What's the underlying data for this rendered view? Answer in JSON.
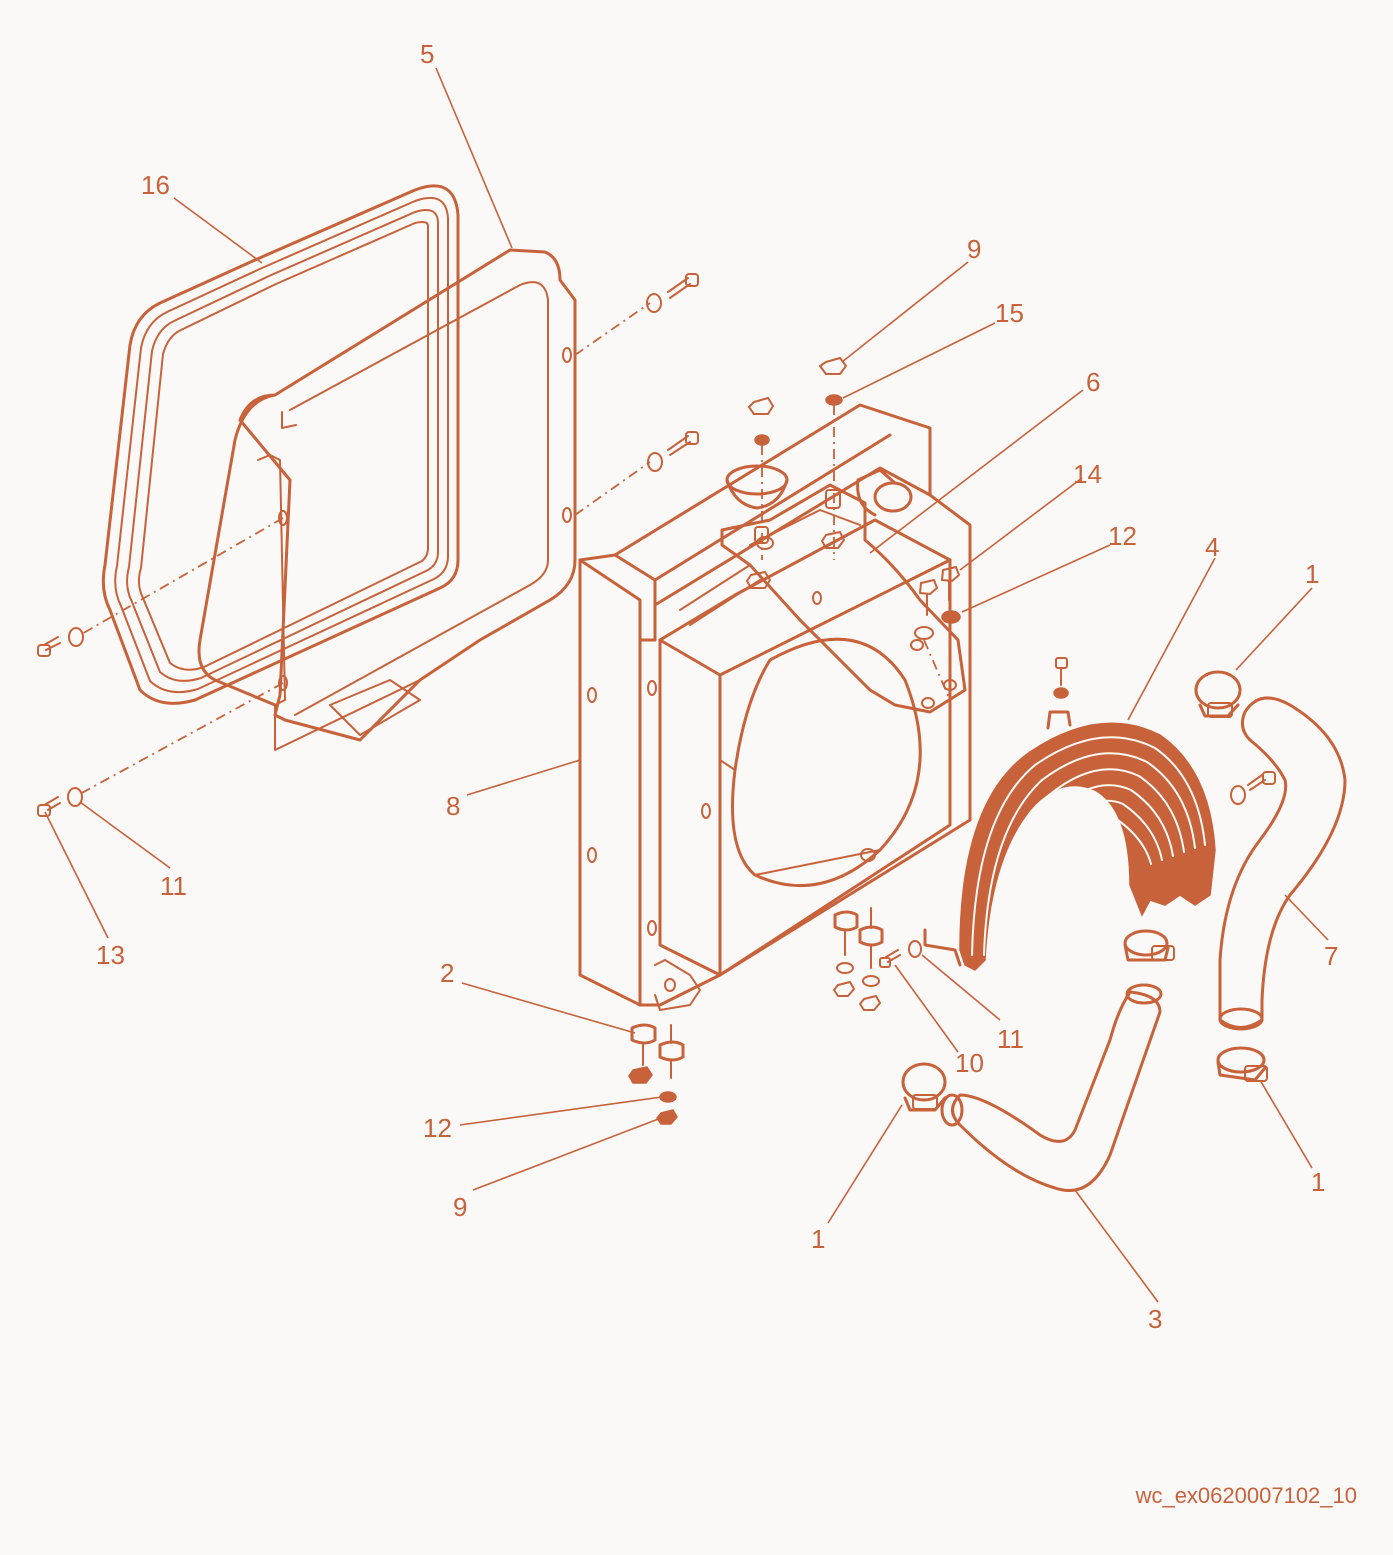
{
  "diagram": {
    "drawing_id": "wc_ex0620007102_10",
    "colors": {
      "line": "#c8623a",
      "background": "#faf9f7"
    },
    "callouts": [
      {
        "id": "c1a",
        "label": "1"
      },
      {
        "id": "c1b",
        "label": "1"
      },
      {
        "id": "c1c",
        "label": "1"
      },
      {
        "id": "c2",
        "label": "2"
      },
      {
        "id": "c3",
        "label": "3"
      },
      {
        "id": "c4",
        "label": "4"
      },
      {
        "id": "c5",
        "label": "5"
      },
      {
        "id": "c6",
        "label": "6"
      },
      {
        "id": "c7",
        "label": "7"
      },
      {
        "id": "c8",
        "label": "8"
      },
      {
        "id": "c9a",
        "label": "9"
      },
      {
        "id": "c9b",
        "label": "9"
      },
      {
        "id": "c10",
        "label": "10"
      },
      {
        "id": "c11a",
        "label": "11"
      },
      {
        "id": "c11b",
        "label": "11"
      },
      {
        "id": "c12a",
        "label": "12"
      },
      {
        "id": "c12b",
        "label": "12"
      },
      {
        "id": "c13",
        "label": "13"
      },
      {
        "id": "c14",
        "label": "14"
      },
      {
        "id": "c15",
        "label": "15"
      },
      {
        "id": "c16",
        "label": "16"
      }
    ]
  }
}
